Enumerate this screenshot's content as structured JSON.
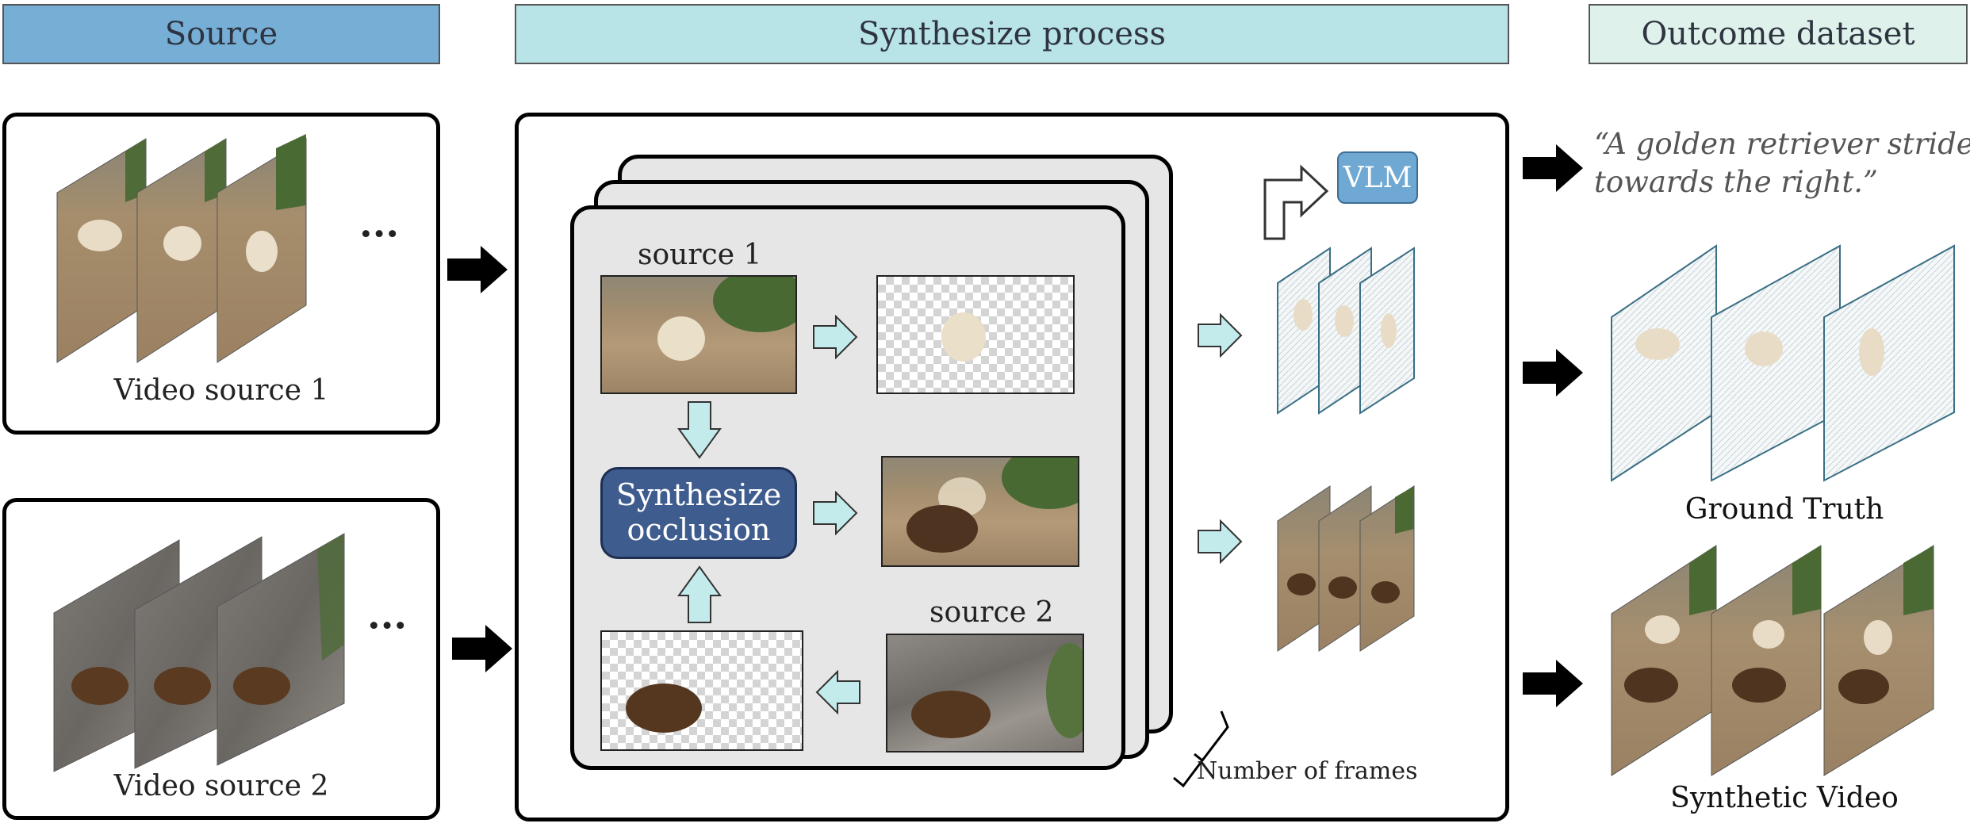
{
  "headers": {
    "source": "Source",
    "synthesize": "Synthesize process",
    "outcome": "Outcome dataset"
  },
  "source_panel": {
    "video1_label": "Video source 1",
    "video2_label": "Video source 2",
    "ellipsis": "···"
  },
  "process": {
    "source1_label": "source 1",
    "source2_label": "source 2",
    "synth_line1": "Synthesize",
    "synth_line2": "occlusion",
    "frames_label": "Number of frames",
    "vlm_label": "VLM"
  },
  "outcome": {
    "caption_line1": "“A golden retriever strides",
    "caption_line2": "towards the right.”",
    "ground_truth_label": "Ground Truth",
    "synthetic_label": "Synthetic Video"
  },
  "colors": {
    "source_header": "#76aed6",
    "synth_header": "#b9e4e7",
    "outcome_header": "#dff1eb",
    "arrow_fill": "#c3ebeb",
    "synth_box": "#3f5c8e",
    "vlm_box": "#6fa9d3"
  }
}
